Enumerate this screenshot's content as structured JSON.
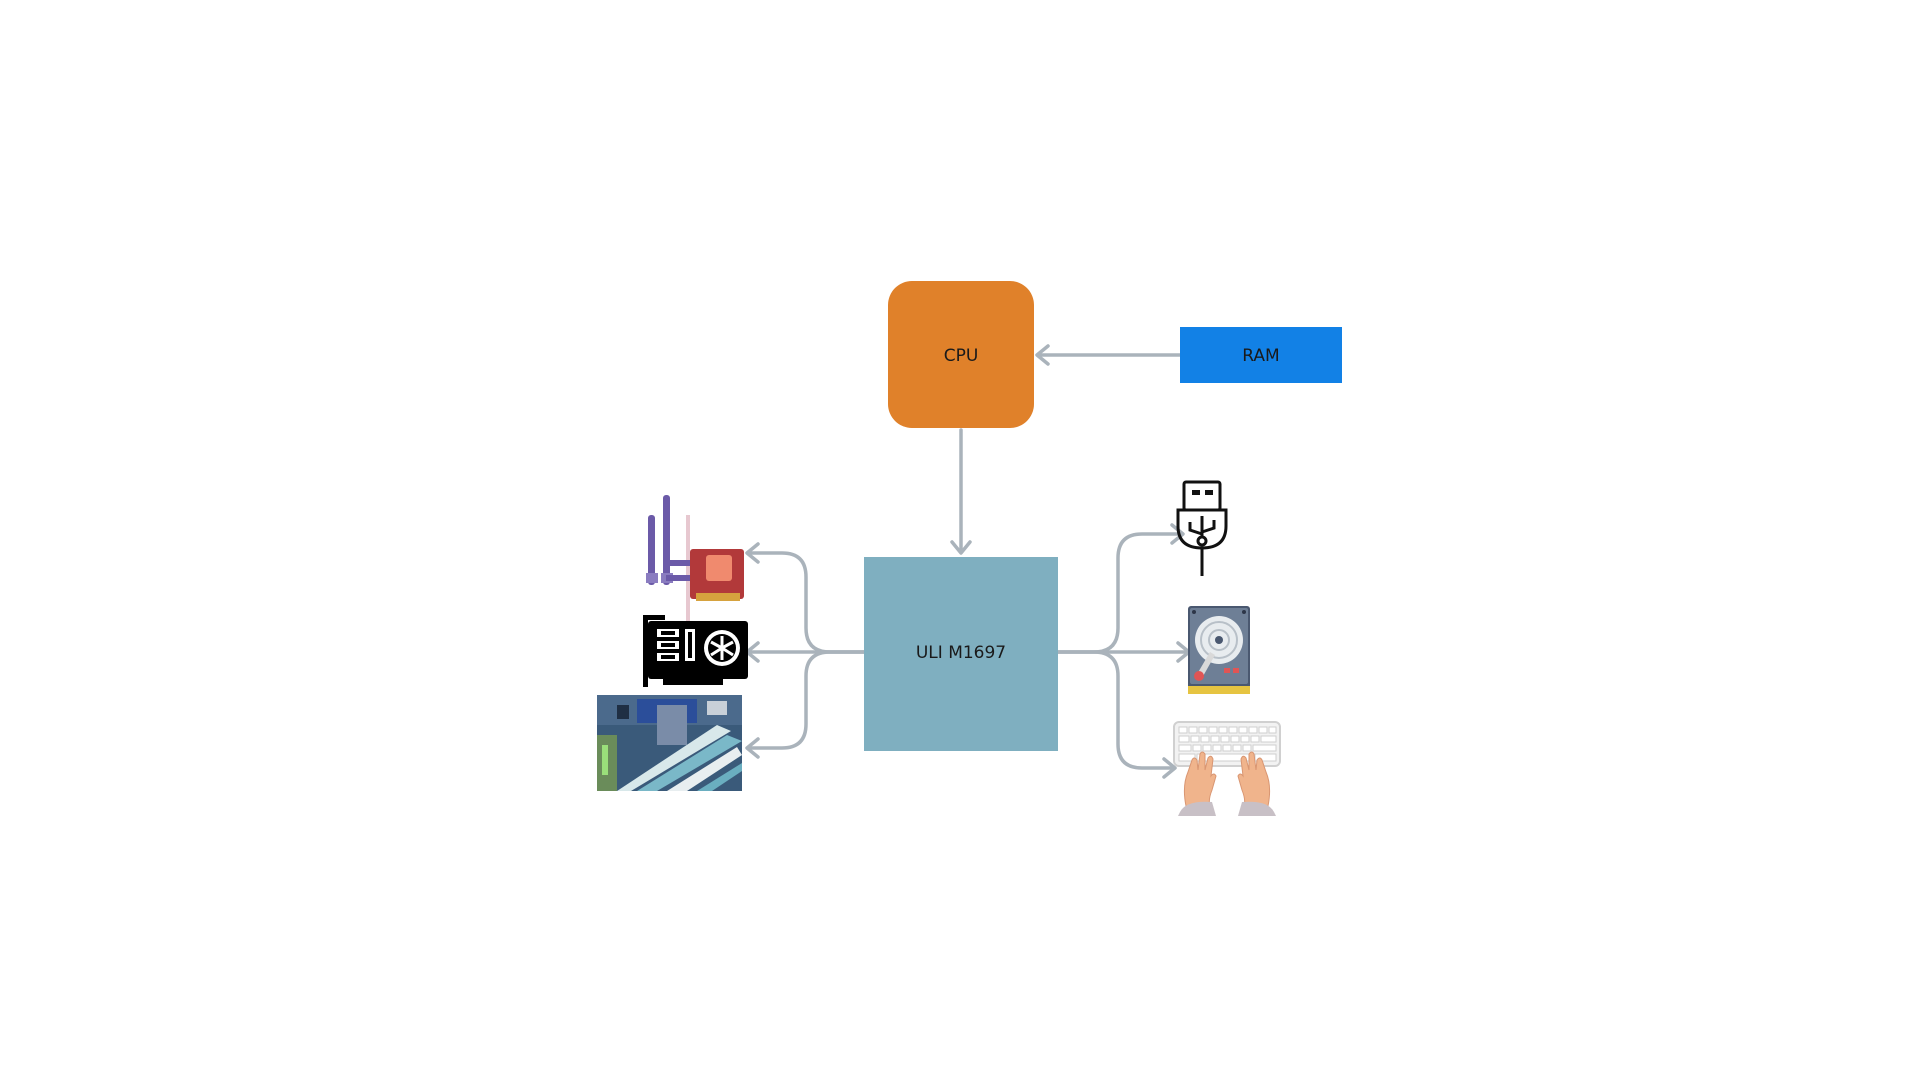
{
  "diagram": {
    "nodes": {
      "cpu": {
        "label": "CPU",
        "color": "#e0812a"
      },
      "ram": {
        "label": "RAM",
        "color": "#1281e6"
      },
      "chipset": {
        "label": "ULI M1697",
        "color": "#7fafc0"
      }
    },
    "connector_color": "#aab3bb",
    "peripherals_left": [
      {
        "icon": "wifi-card-icon"
      },
      {
        "icon": "graphics-card-icon"
      },
      {
        "icon": "pci-slots-icon"
      }
    ],
    "peripherals_right": [
      {
        "icon": "usb-icon"
      },
      {
        "icon": "hard-drive-icon"
      },
      {
        "icon": "keyboard-hands-icon"
      }
    ]
  }
}
